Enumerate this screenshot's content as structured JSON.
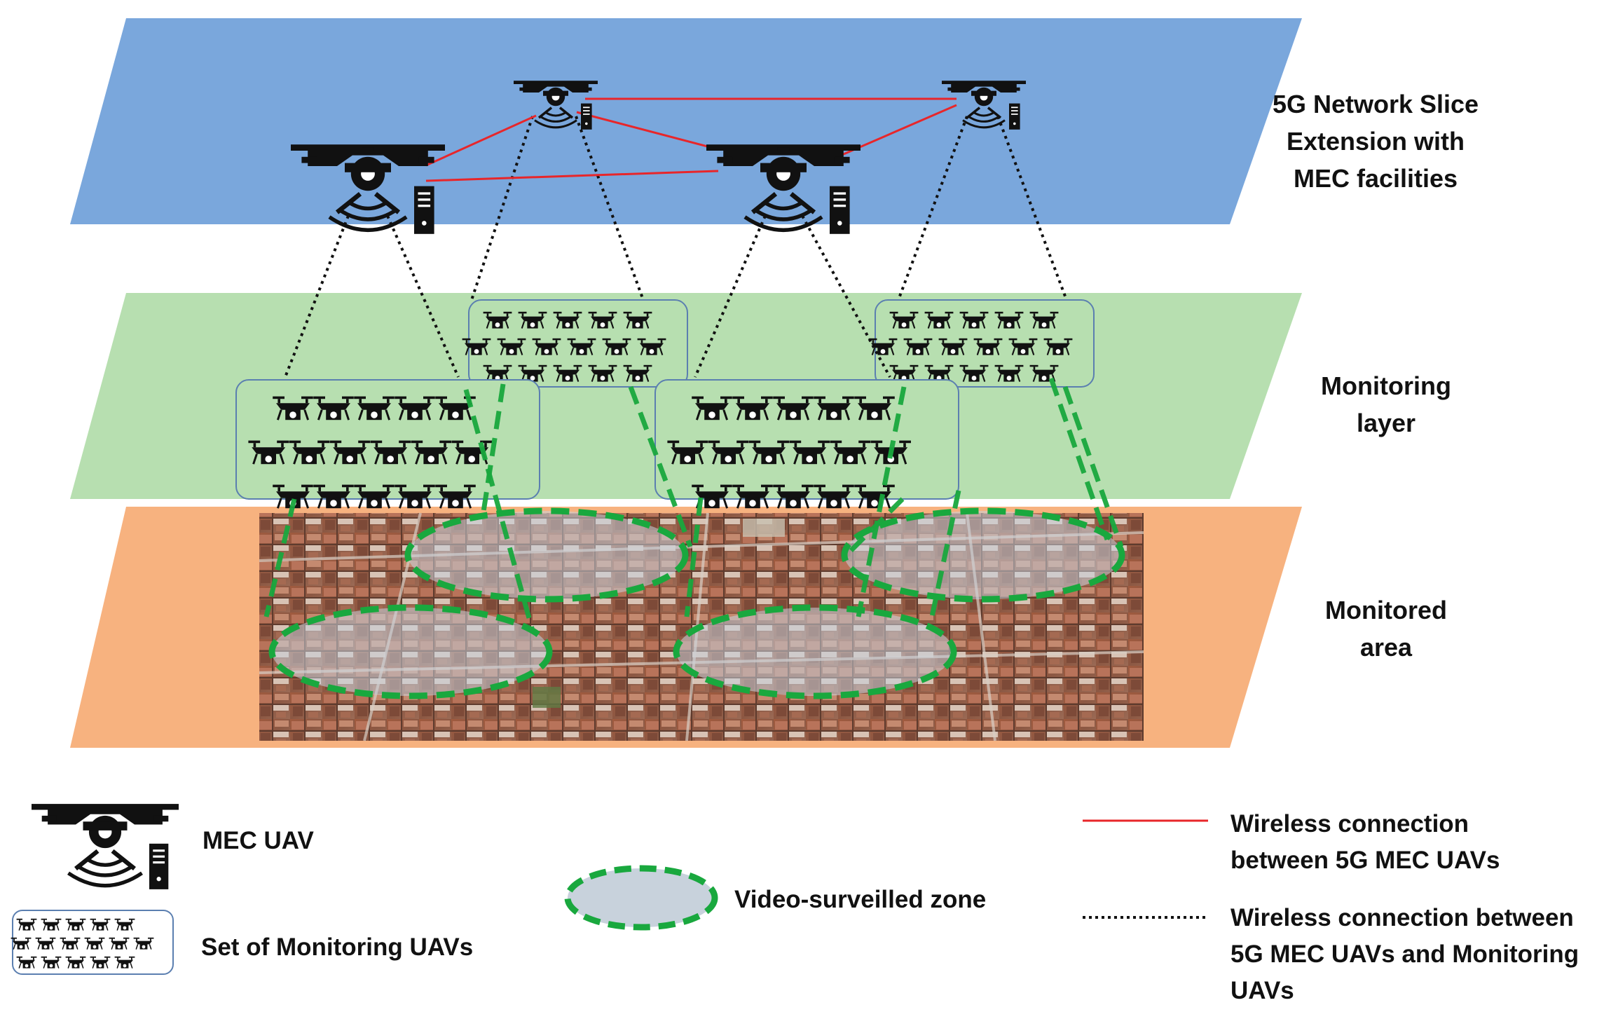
{
  "layers": {
    "top": {
      "line1": "5G Network Slice",
      "line2": "Extension with",
      "line3": "MEC facilities",
      "color": "#7aa7dc"
    },
    "middle": {
      "line1": "Monitoring",
      "line2": "layer",
      "color": "#b7dfb0"
    },
    "bottom": {
      "line1": "Monitored",
      "line2": "area",
      "color": "#f7b27f"
    }
  },
  "legend": {
    "mec_uav": "MEC UAV",
    "set_monitoring": "Set of Monitoring UAVs",
    "zone": "Video-surveilled zone",
    "red_line": {
      "line1": "Wireless connection",
      "line2": "between 5G MEC UAVs"
    },
    "dotted_line": {
      "line1": "Wireless connection between",
      "line2": "5G MEC UAVs and Monitoring",
      "line3": "UAVs"
    }
  },
  "colors": {
    "red_link": "#e8262a",
    "dotted_link": "#111111",
    "zone_border": "#19a83e",
    "zone_fill": "#c8d2dc",
    "swarm_border": "#5b7fb0"
  },
  "icons": {
    "mec_uav": "drone-with-server-icon",
    "monitoring_uav": "drone-camera-icon"
  }
}
